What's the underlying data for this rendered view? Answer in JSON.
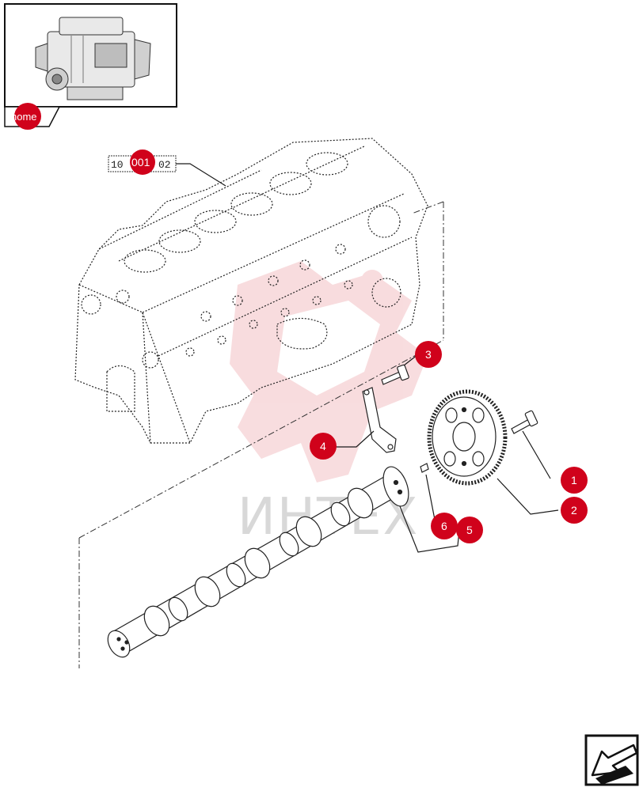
{
  "home": {
    "label": "home"
  },
  "reference": {
    "prefix": "10",
    "middle": "001",
    "suffix": "02"
  },
  "watermark": {
    "text": "ИНТЕХ"
  },
  "callouts": [
    {
      "id": "1",
      "label": "1"
    },
    {
      "id": "2",
      "label": "2"
    },
    {
      "id": "3",
      "label": "3"
    },
    {
      "id": "4",
      "label": "4"
    },
    {
      "id": "5",
      "label": "5"
    },
    {
      "id": "6",
      "label": "6"
    }
  ],
  "colors": {
    "callout": "#d0021b",
    "line": "#1a1a1a",
    "watermark": "#f3c1c4"
  },
  "icons": {
    "back": "back-arrow-icon",
    "engine": "engine-thumbnail-icon"
  }
}
